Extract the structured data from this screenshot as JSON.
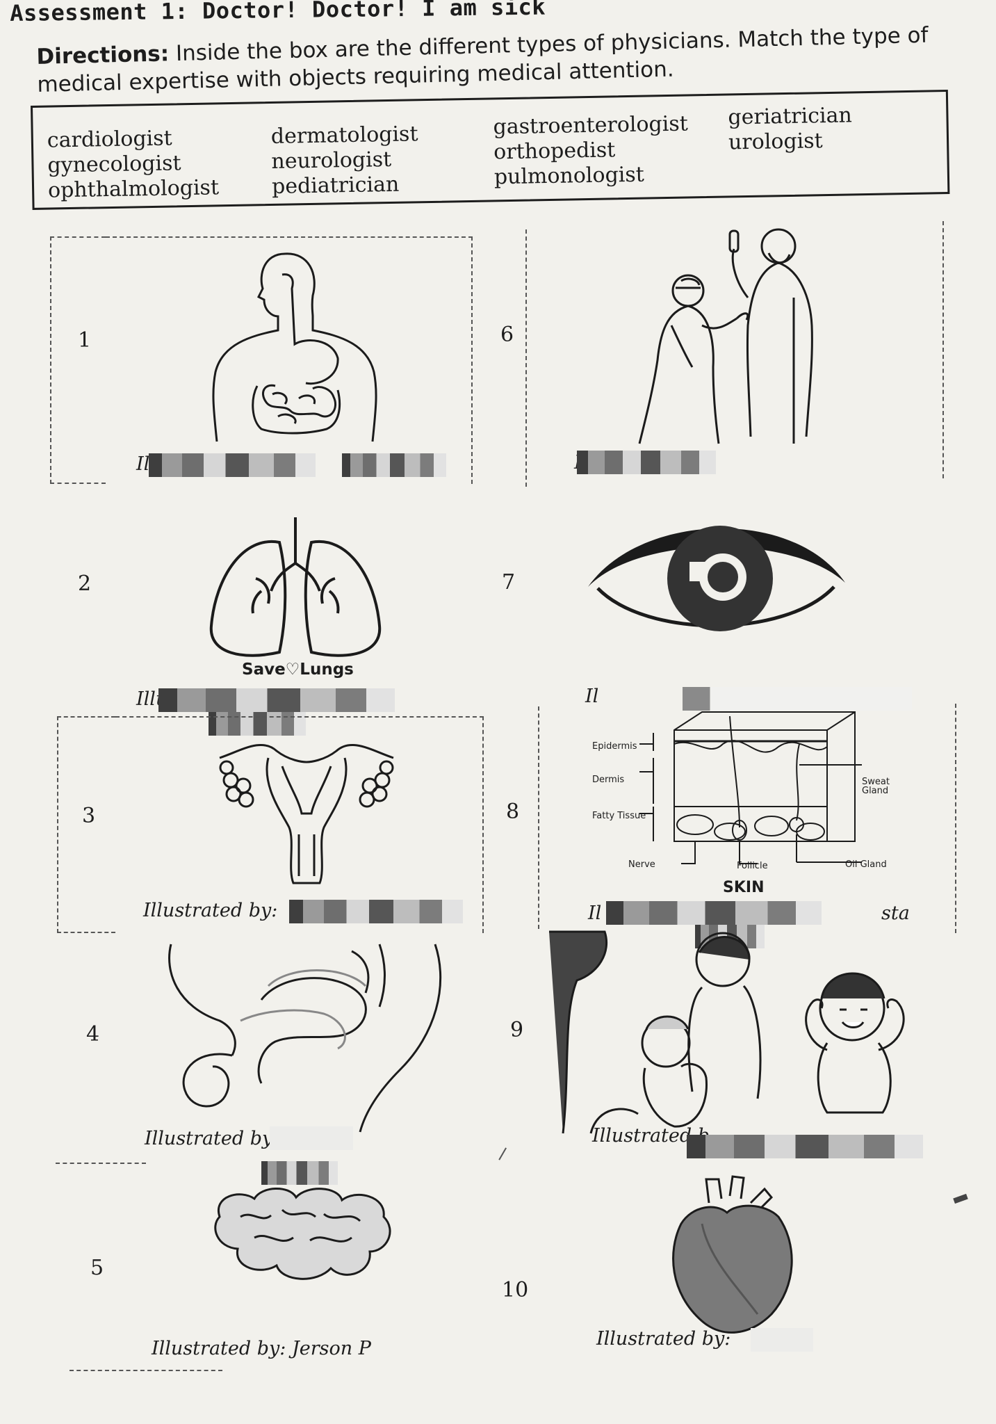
{
  "header": {
    "title": "Assessment 1:  Doctor! Doctor! I am sick",
    "directions_label": "Directions:",
    "directions_line1": " Inside the box are the different types of physicians. Match the type of",
    "directions_line2": "medical expertise with objects requiring medical attention."
  },
  "word_box": {
    "terms": [
      "cardiologist",
      "gynecologist",
      "ophthalmologist",
      "dermatologist",
      "neurologist",
      "pediatrician",
      "gastroenterologist",
      "orthopedist",
      "pulmonologist",
      "geriatrician",
      "urologist"
    ]
  },
  "items": [
    {
      "number": "1",
      "credit": "Il"
    },
    {
      "number": "2",
      "credit": "Illustrated"
    },
    {
      "number": "3",
      "credit": "Illustrated by:"
    },
    {
      "number": "4",
      "credit": "Illustrated by:"
    },
    {
      "number": "5",
      "credit": "Illustrated by: Jerson P"
    },
    {
      "number": "6",
      "credit": "I"
    },
    {
      "number": "7",
      "credit": "Il"
    },
    {
      "number": "8",
      "credit": "Il",
      "credit_tail": "sta"
    },
    {
      "number": "9",
      "credit": "Illustrated b"
    },
    {
      "number": "10",
      "credit": "Illustrated by:"
    }
  ],
  "lungs_caption": "Save♡Lungs",
  "skin_diagram": {
    "title": "SKIN",
    "labels": {
      "epidermis": "Epidermis",
      "dermis": "Dermis",
      "fatty": "Fatty Tissue",
      "nerve": "Nerve",
      "follicle": "Follicle",
      "sweat": "Sweat Gland",
      "oil": "Oil Gland"
    }
  }
}
